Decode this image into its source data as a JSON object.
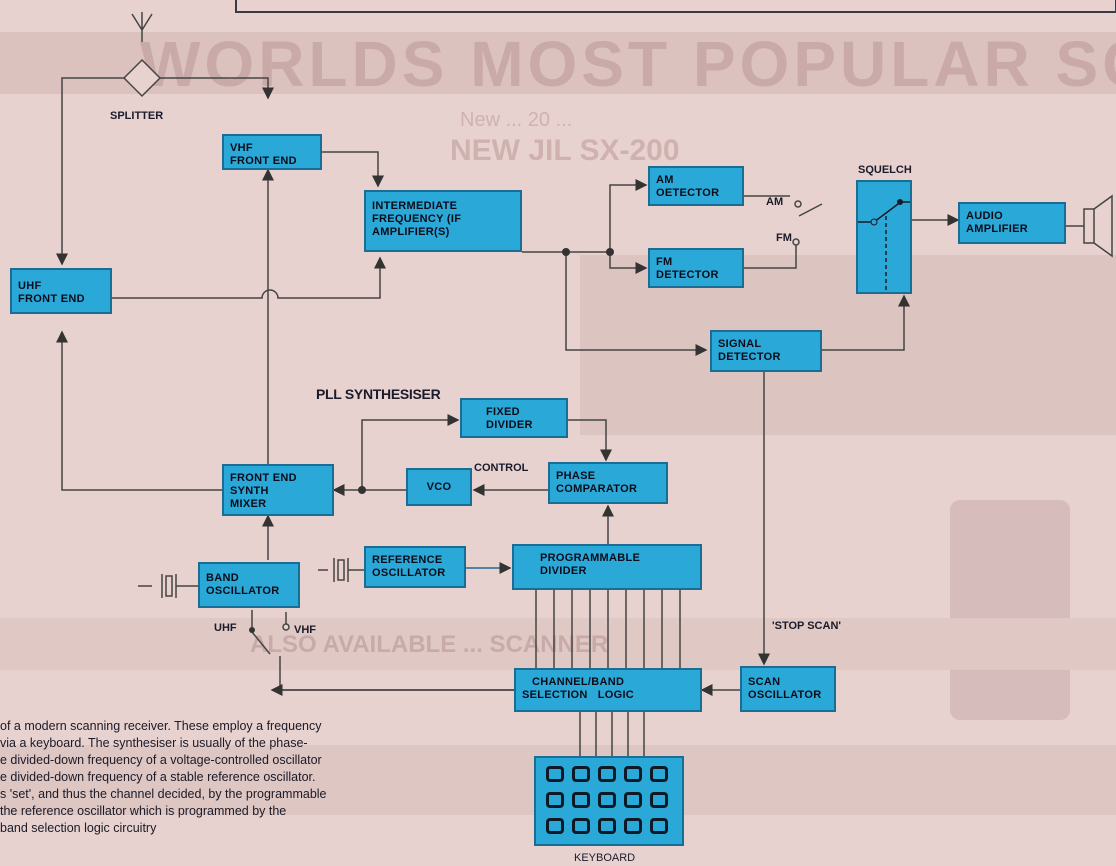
{
  "background": {
    "color": "#e8d2cf",
    "banner_text": "WORLDS MOST POPULAR SCAN",
    "sub_heading": "NEW JIL SX-200",
    "side_line": "New ... 20 ...",
    "lower_heading": "ALSO AVAILABLE ... SCANNER"
  },
  "box_color": "#2aa8d8",
  "blocks": {
    "vhf_front_end": [
      "VHF",
      "FRONT END"
    ],
    "uhf_front_end": [
      "UHF",
      "FRONT END"
    ],
    "if_amp": [
      "INTERMEDIATE",
      "FREQUENCY (IF",
      "AMPLIFIER(S)"
    ],
    "am_detector": [
      "AM",
      "OETECTOR"
    ],
    "fm_detector": [
      "FM",
      "DETECTOR"
    ],
    "squelch_label": "SQUELCH",
    "audio_amp": [
      "AUDIO",
      "AMPLIFIER"
    ],
    "signal_detector": [
      "SIGNAL",
      "DETECTOR"
    ],
    "fixed_divider": [
      "FIXED",
      "DIVIDER"
    ],
    "phase_comparator": [
      "PHASE",
      "COMPARATOR"
    ],
    "vco": [
      "VCO"
    ],
    "synth_mixer": [
      "FRONT END",
      "SYNTH",
      "MIXER"
    ],
    "band_osc": [
      "BAND",
      "OSCILLATOR"
    ],
    "ref_osc": [
      "REFERENCE",
      "OSCILLATOR"
    ],
    "prog_divider": [
      "PROGRAMMABLE",
      "DIVIDER"
    ],
    "channel_logic": [
      "CHANNEL/BAND",
      "SELECTION   LOGIC"
    ],
    "scan_osc": [
      "SCAN",
      "OSCILLATOR"
    ]
  },
  "labels": {
    "splitter": "SPLITTER",
    "pll": "PLL SYNTHESISER",
    "control": "CONTROL",
    "am": "AM",
    "fm": "FM",
    "uhf": "UHF",
    "vhf": "VHF",
    "stop_scan": "'STOP SCAN'",
    "keyboard": "KEYBOARD"
  },
  "caption_lines": [
    "of a modern scanning receiver. These employ a frequency",
    "via a keyboard. The synthesiser is usually of the phase-",
    "e divided-down frequency of a voltage-controlled oscillator",
    "e divided-down frequency of a stable reference oscillator.",
    "s 'set', and thus the channel decided, by the programmable",
    "the reference oscillator which is programmed by the",
    "band selection logic circuitry"
  ]
}
